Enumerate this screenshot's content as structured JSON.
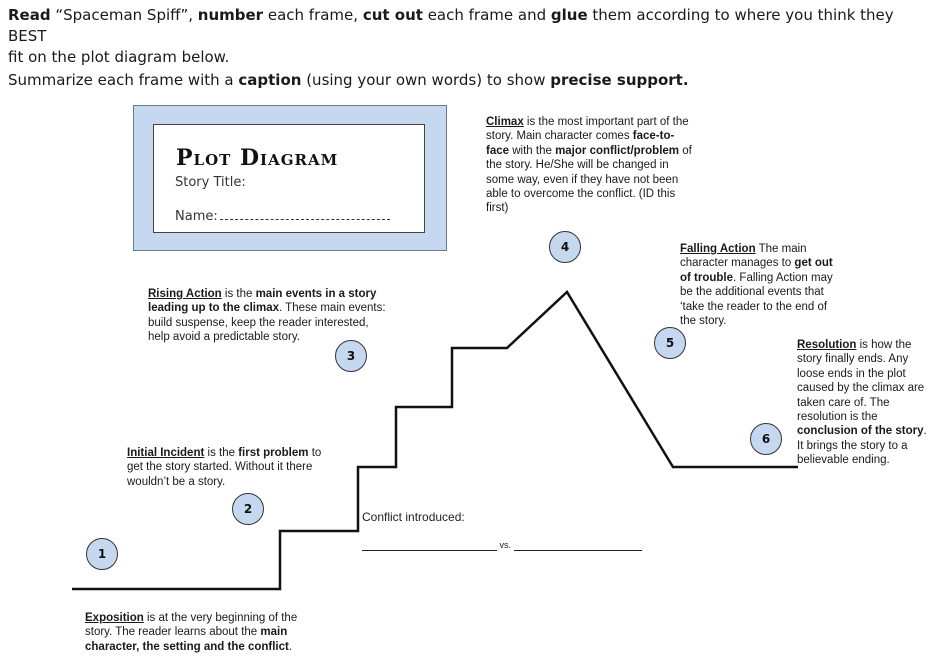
{
  "instructions": {
    "line1_parts": [
      "Read",
      " “Spaceman Spiff”, ",
      "number",
      " each frame, ",
      "cut out",
      " each frame and ",
      "glue",
      " them according to where you think they BEST"
    ],
    "line2": "fit on the plot diagram below.",
    "line3_parts": [
      "Summarize each frame with a ",
      "caption",
      " (using your own words) to show ",
      "precise support."
    ]
  },
  "title_box": {
    "heading": "Plot Diagram",
    "story_title_label": "Story Title:",
    "name_label": "Name:"
  },
  "notes": {
    "climax": {
      "term": "Climax",
      "text_parts": [
        " is the most important part of the story. Main character comes ",
        "face-to-face",
        " with the ",
        "major conflict/problem",
        " of the story. He/She will be changed in some way, even if they have not been able to overcome the conflict. (ID this first)"
      ]
    },
    "falling_action": {
      "term": "Falling Action",
      "text_parts": [
        " The main character manages to ",
        "get out of trouble",
        ". Falling Action may be the additional events that ‘take the reader to the end of the story."
      ]
    },
    "rising_action": {
      "term": "Rising Action",
      "text_parts": [
        " is the ",
        "main events in a story leading up to the climax",
        ". These main events: build suspense,  keep the reader interested, help avoid a predictable story."
      ]
    },
    "resolution": {
      "term": "Resolution",
      "text_parts": [
        " is how the story finally ends. Any loose ends in the plot caused by the climax are taken care of. The resolution is the ",
        "conclusion of the story",
        ". It brings the story to a believable ending."
      ]
    },
    "initial_incident": {
      "term": "Initial Incident",
      "text_parts": [
        " is the ",
        "first problem",
        " to get the story started.  Without it there wouldn’t be a story."
      ]
    },
    "exposition": {
      "term": "Exposition",
      "text_parts": [
        " is at the very beginning of the story. The reader learns about the ",
        "main character, the setting and the conflict",
        "."
      ]
    }
  },
  "conflict": {
    "label": "Conflict introduced:",
    "vs": "vs."
  },
  "markers": [
    "1",
    "2",
    "3",
    "4",
    "5",
    "6"
  ],
  "colors": {
    "box_fill": "#c6d8ef",
    "marker_fill": "#c6d8ef",
    "line": "#111111"
  }
}
